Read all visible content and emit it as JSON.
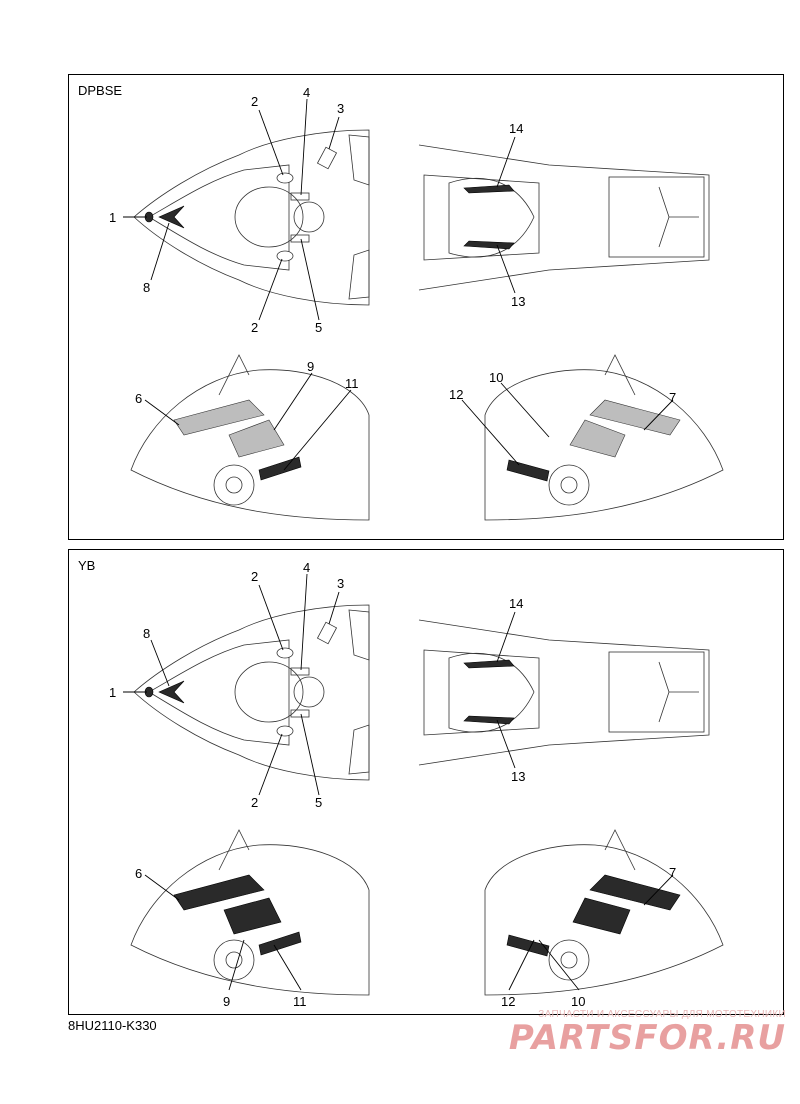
{
  "panels": [
    {
      "variant": "DPBSE",
      "labels": [
        "1",
        "2",
        "3",
        "4",
        "2",
        "5",
        "8",
        "14",
        "13",
        "9",
        "11",
        "6",
        "10",
        "12",
        "7"
      ]
    },
    {
      "variant": "YB",
      "labels": [
        "1",
        "2",
        "3",
        "4",
        "8",
        "2",
        "5",
        "14",
        "13",
        "9",
        "11",
        "6",
        "10",
        "12",
        "7"
      ]
    }
  ],
  "reference_code": "8HU2110-K330",
  "watermark": {
    "tagline": "ЗАПЧАСТИ И АКСЕССУАРЫ ДЛЯ МОТОТЕХНИКИ",
    "logo": "PARTSFOR.RU"
  }
}
